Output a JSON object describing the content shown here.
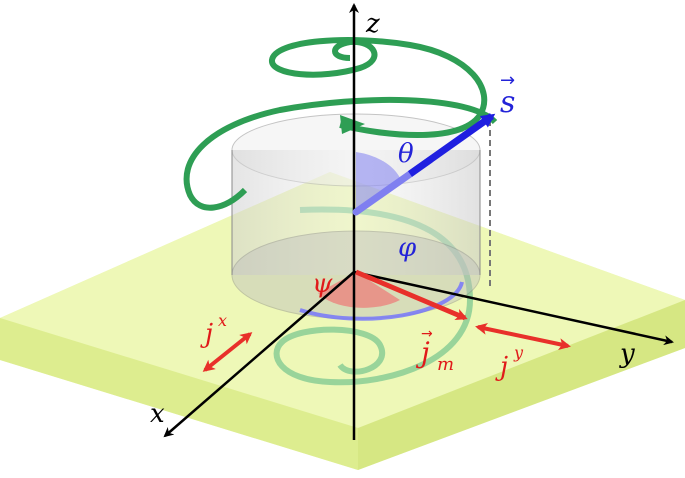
{
  "labels": {
    "z_axis": "z",
    "y_axis": "y",
    "x_axis": "x",
    "spin_s": "s",
    "theta": "θ",
    "phi": "φ",
    "psi": "ψ",
    "jm_main": "j",
    "jm_sub": "m",
    "jx_main": "j",
    "jx_sup": "x",
    "jy_main": "j",
    "jy_sup": "y"
  },
  "colors": {
    "slab": "#e9f5a6",
    "slab_side": "#dbeb8a",
    "cylinder": "#d9d9d9",
    "helix": "#2e9e54",
    "spin_vector": "#1f1fe0",
    "current": "#e8302a",
    "axis": "#000000"
  }
}
